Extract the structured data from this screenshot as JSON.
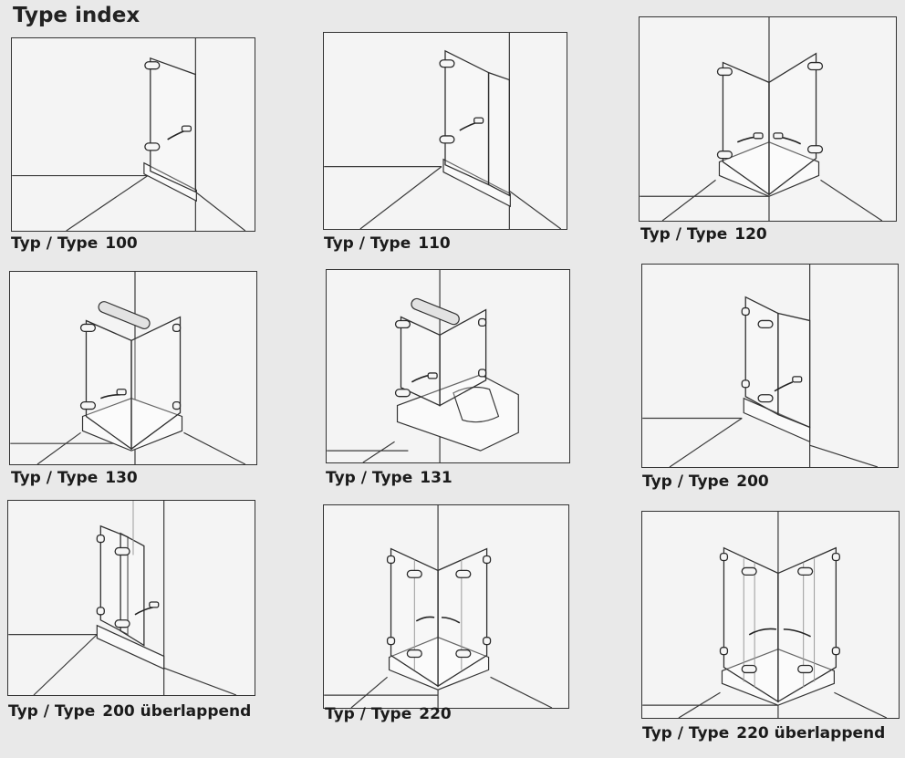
{
  "page": {
    "title": "Type index"
  },
  "types": [
    {
      "id": "t100",
      "prefix": "Typ / Type",
      "number": "100",
      "suffix": ""
    },
    {
      "id": "t110",
      "prefix": "Typ / Type",
      "number": "110",
      "suffix": ""
    },
    {
      "id": "t120",
      "prefix": "Typ / Type",
      "number": "120",
      "suffix": ""
    },
    {
      "id": "t130",
      "prefix": "Typ / Type",
      "number": "130",
      "suffix": ""
    },
    {
      "id": "t131",
      "prefix": "Typ / Type",
      "number": "131",
      "suffix": ""
    },
    {
      "id": "t200",
      "prefix": "Typ / Type",
      "number": "200",
      "suffix": ""
    },
    {
      "id": "t200u",
      "prefix": "Typ / Type",
      "number": "200",
      "suffix": "überlappend"
    },
    {
      "id": "t220",
      "prefix": "Typ / Type",
      "number": "220",
      "suffix": ""
    },
    {
      "id": "t220u",
      "prefix": "Typ / Type",
      "number": "220",
      "suffix": "überlappend"
    }
  ]
}
